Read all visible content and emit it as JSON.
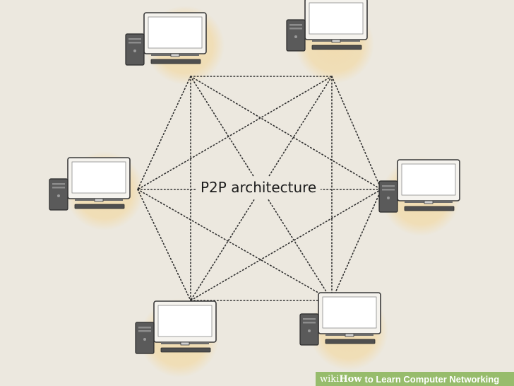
{
  "diagram": {
    "title": "P2P architecture",
    "nodes": [
      {
        "id": "top-left",
        "kind": "desktop-computer"
      },
      {
        "id": "top-right",
        "kind": "desktop-computer"
      },
      {
        "id": "middle-left",
        "kind": "desktop-computer"
      },
      {
        "id": "middle-right",
        "kind": "desktop-computer"
      },
      {
        "id": "bottom-left",
        "kind": "desktop-computer"
      },
      {
        "id": "bottom-right",
        "kind": "desktop-computer"
      }
    ],
    "links": [
      [
        "top-left",
        "top-right"
      ],
      [
        "top-left",
        "middle-left"
      ],
      [
        "top-right",
        "middle-right"
      ],
      [
        "middle-left",
        "bottom-left"
      ],
      [
        "middle-right",
        "bottom-right"
      ],
      [
        "bottom-left",
        "bottom-right"
      ],
      [
        "top-left",
        "bottom-left"
      ],
      [
        "top-right",
        "bottom-right"
      ],
      [
        "top-left",
        "bottom-right"
      ],
      [
        "top-right",
        "bottom-left"
      ],
      [
        "middle-left",
        "middle-right"
      ],
      [
        "top-left",
        "middle-right"
      ],
      [
        "top-right",
        "middle-left"
      ],
      [
        "middle-left",
        "bottom-right"
      ],
      [
        "middle-right",
        "bottom-left"
      ]
    ],
    "link_style": "dotted",
    "colors": {
      "background": "#ece8df",
      "node_glow": "#f1dcb0",
      "monitor_frame": "#f5f3ee",
      "outline": "#3a3a3a",
      "tower": "#5a5a5a",
      "footer_bg": "#97bc6c"
    }
  },
  "footer": {
    "brand_wiki": "wiki",
    "brand_how": "How",
    "text": "to Learn Computer Networking"
  }
}
